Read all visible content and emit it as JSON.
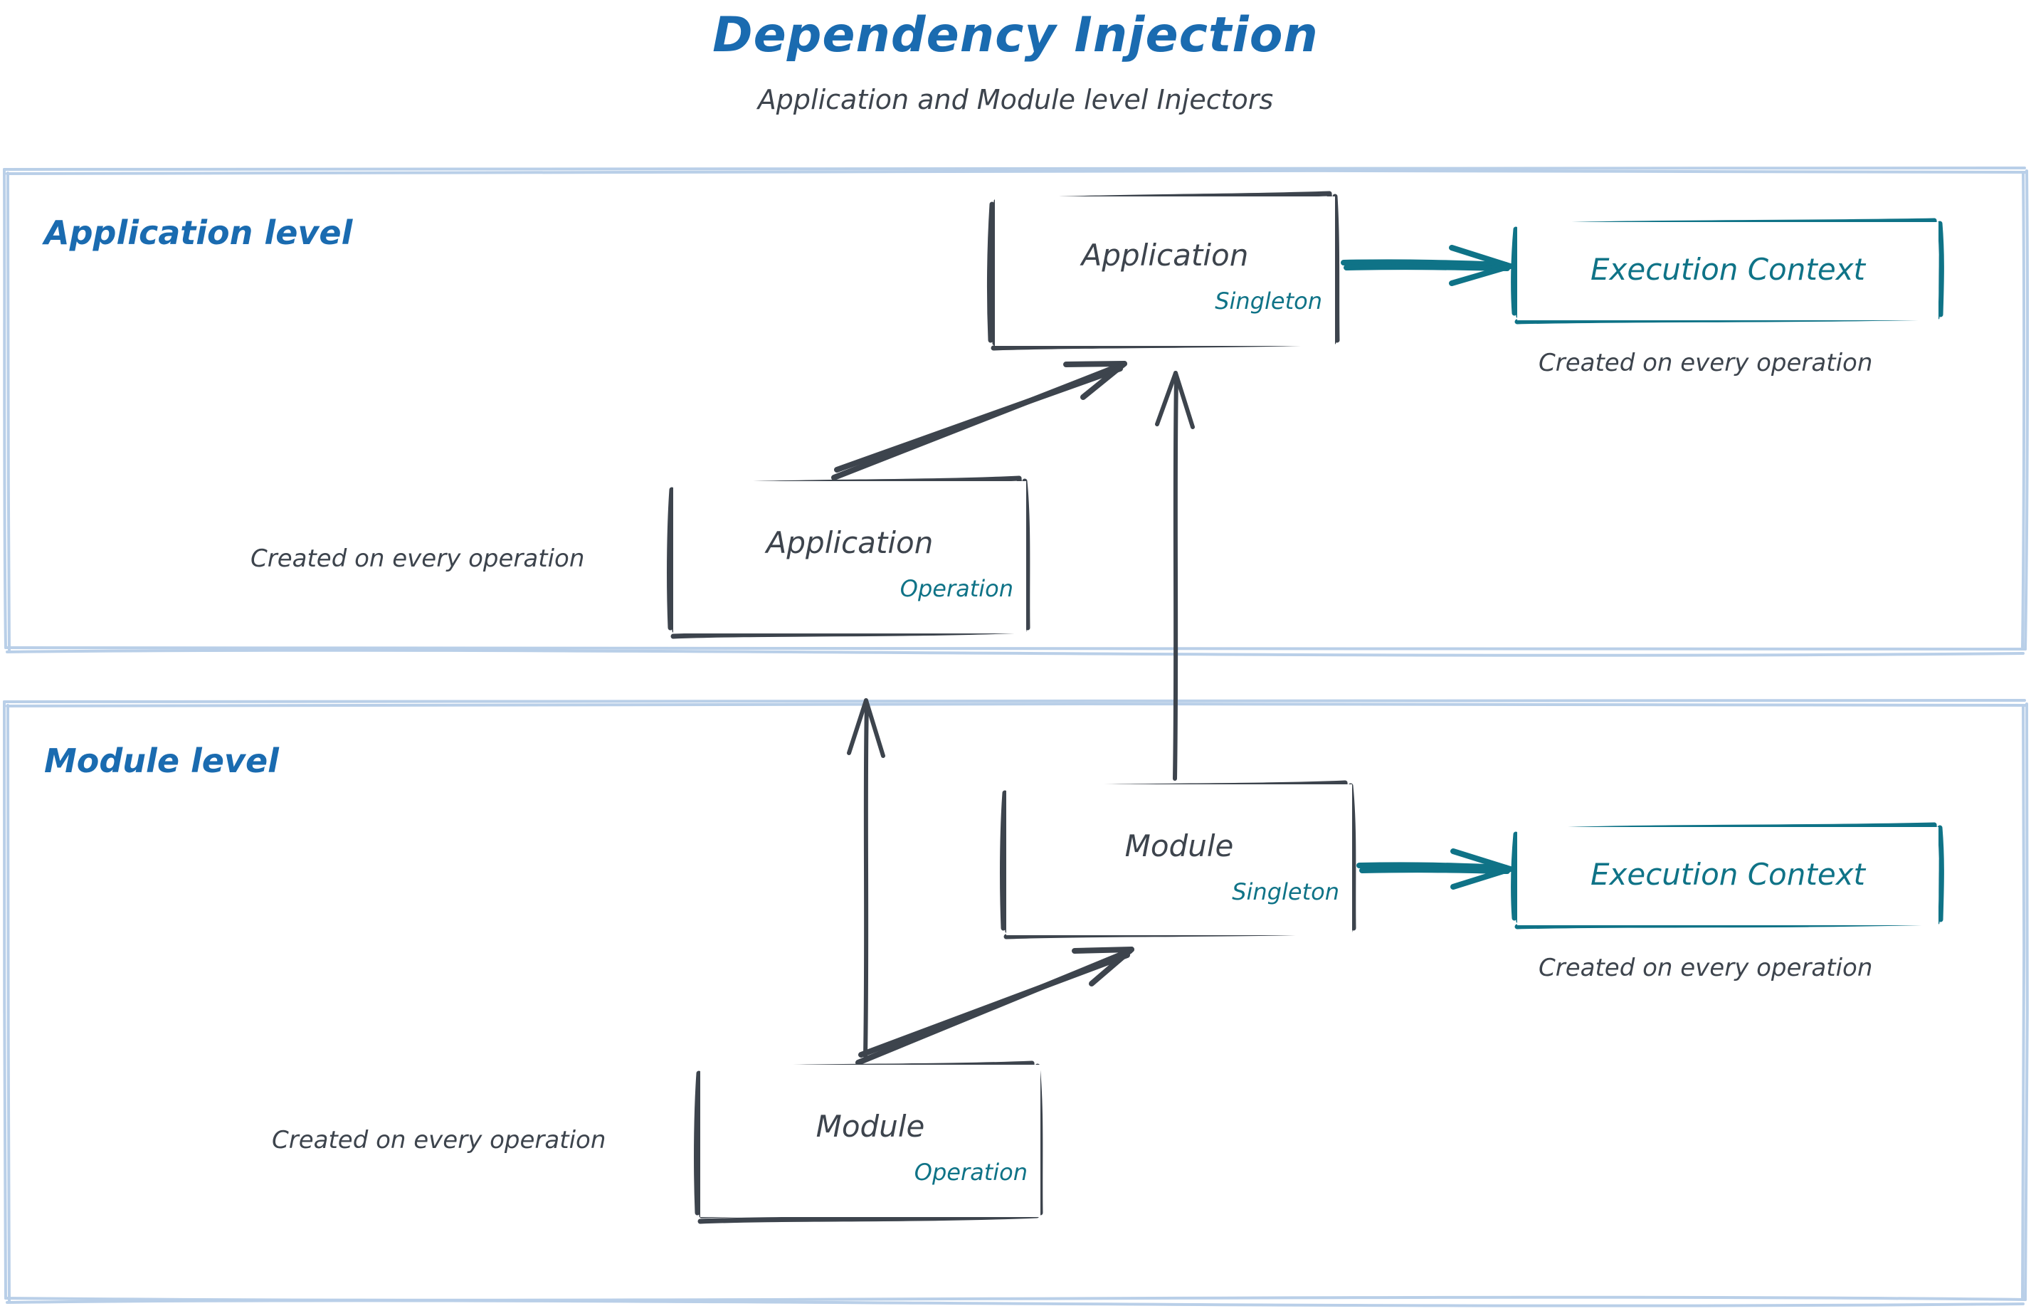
{
  "header": {
    "title": "Dependency Injection",
    "subtitle": "Application and Module level Injectors"
  },
  "colors": {
    "title_blue": "#1a6bb0",
    "level_blue": "#1a6bb0",
    "container_border": "#b9cfe8",
    "node_border": "#3d444d",
    "node_text": "#3d444d",
    "accent_teal": "#0f7387",
    "caption_text": "#3d444d",
    "background": "#ffffff"
  },
  "levels": [
    {
      "id": "application-level",
      "label": "Application level",
      "nodes": [
        {
          "id": "application-singleton",
          "title": "Application",
          "tag": "Singleton",
          "kind": "node"
        },
        {
          "id": "application-execution-context",
          "title": "Execution Context",
          "tag": "",
          "kind": "context",
          "caption": "Created on every operation"
        },
        {
          "id": "application-operation",
          "title": "Application",
          "tag": "Operation",
          "kind": "node",
          "caption": "Created on every operation"
        }
      ]
    },
    {
      "id": "module-level",
      "label": "Module level",
      "nodes": [
        {
          "id": "module-singleton",
          "title": "Module",
          "tag": "Singleton",
          "kind": "node"
        },
        {
          "id": "module-execution-context",
          "title": "Execution Context",
          "tag": "",
          "kind": "context",
          "caption": "Created on every operation"
        },
        {
          "id": "module-operation",
          "title": "Module",
          "tag": "Operation",
          "kind": "node",
          "caption": "Created on every operation"
        }
      ]
    }
  ],
  "captions": {
    "app_exec_ctx": "Created on every operation",
    "app_operation": "Created on every operation",
    "module_exec_ctx": "Created on every operation",
    "module_operation": "Created on every operation"
  },
  "edges": [
    {
      "id": "app-singleton-to-exec-context",
      "from": "application-singleton",
      "to": "application-execution-context",
      "color": "#0f7387",
      "style": "arrow"
    },
    {
      "id": "app-operation-to-app-singleton",
      "from": "application-operation",
      "to": "application-singleton",
      "color": "#3d444d",
      "style": "arrow"
    },
    {
      "id": "module-singleton-to-app-singleton",
      "from": "module-singleton",
      "to": "application-singleton",
      "color": "#3d444d",
      "style": "arrow"
    },
    {
      "id": "module-singleton-to-exec-context",
      "from": "module-singleton",
      "to": "module-execution-context",
      "color": "#0f7387",
      "style": "arrow"
    },
    {
      "id": "module-operation-to-module-singleton",
      "from": "module-operation",
      "to": "module-singleton",
      "color": "#3d444d",
      "style": "arrow"
    },
    {
      "id": "module-operation-to-app-operation",
      "from": "module-operation",
      "to": "application-operation",
      "color": "#3d444d",
      "style": "arrow"
    }
  ]
}
